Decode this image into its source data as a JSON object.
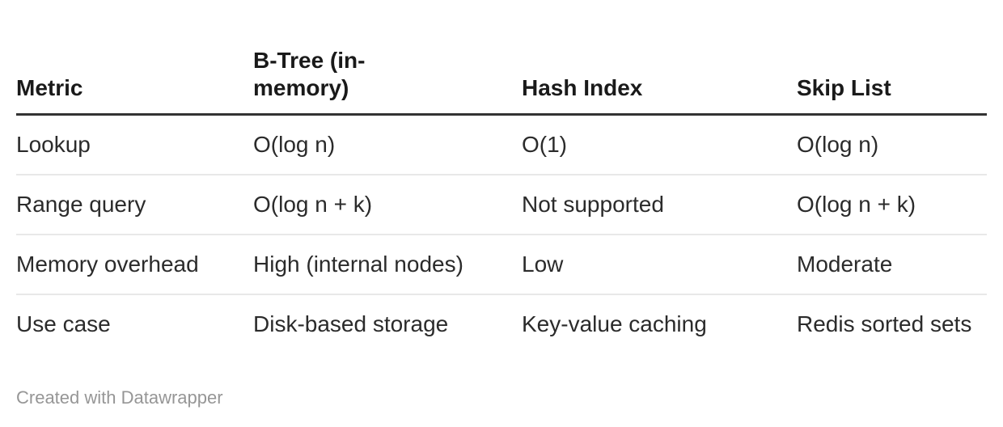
{
  "chart_data": {
    "type": "table",
    "columns": [
      "Metric",
      "B-Tree (in-memory)",
      "Hash Index",
      "Skip List"
    ],
    "rows": [
      [
        "Lookup",
        "O(log n)",
        "O(1)",
        "O(log n)"
      ],
      [
        "Range query",
        "O(log n + k)",
        "Not supported",
        "O(log n + k)"
      ],
      [
        "Memory overhead",
        "High (internal nodes)",
        "Low",
        "Moderate"
      ],
      [
        "Use case",
        "Disk-based storage",
        "Key-value caching",
        "Redis sorted sets"
      ]
    ],
    "layout": {
      "header_rule": "thick-dark",
      "row_dividers": "light-gray",
      "legend_position": "none"
    }
  },
  "footer": {
    "credit": "Created with Datawrapper"
  },
  "colors": {
    "background": "#ffffff",
    "header_text": "#1a1a1a",
    "body_text": "#2b2b2b",
    "header_rule": "#333333",
    "row_divider": "#e8e8e8",
    "credit_text": "#969696"
  }
}
